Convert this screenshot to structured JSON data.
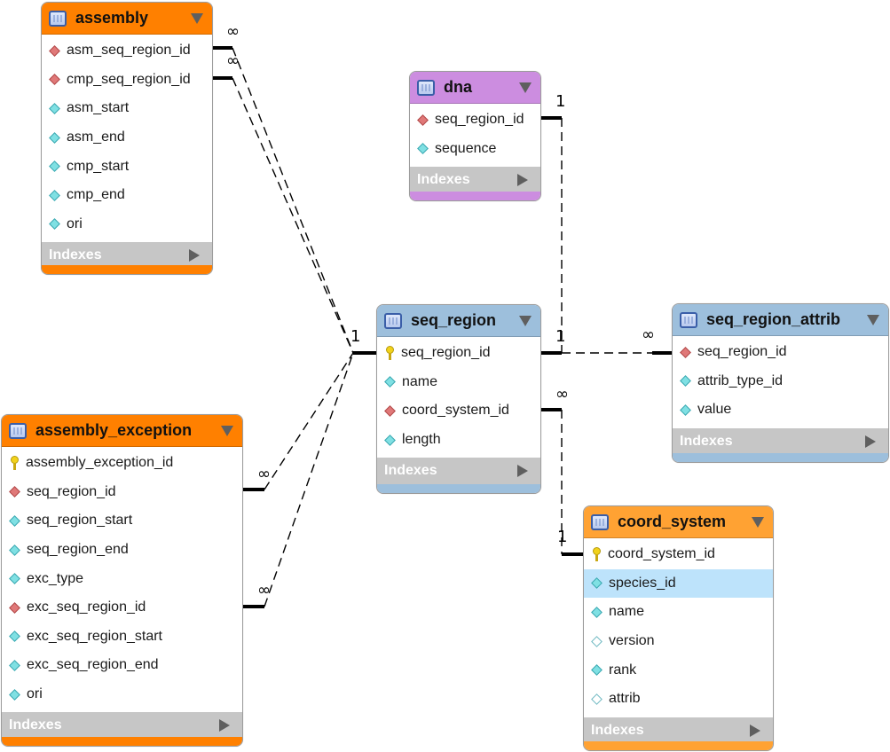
{
  "colors": {
    "orange": "#ff8000",
    "light_orange": "#ffa233",
    "purple": "#cc8de0",
    "blue": "#9dbfdc",
    "selected_row": "#bde3fb",
    "index_bar": "#c6c6c6"
  },
  "indexes_label": "Indexes",
  "tables": {
    "assembly": {
      "name": "assembly",
      "fields": [
        {
          "name": "asm_seq_region_id",
          "icon": "foreign-key-icon"
        },
        {
          "name": "cmp_seq_region_id",
          "icon": "foreign-key-icon"
        },
        {
          "name": "asm_start",
          "icon": "column-icon"
        },
        {
          "name": "asm_end",
          "icon": "column-icon"
        },
        {
          "name": "cmp_start",
          "icon": "column-icon"
        },
        {
          "name": "cmp_end",
          "icon": "column-icon"
        },
        {
          "name": "ori",
          "icon": "column-icon"
        }
      ]
    },
    "dna": {
      "name": "dna",
      "fields": [
        {
          "name": "seq_region_id",
          "icon": "foreign-key-icon"
        },
        {
          "name": "sequence",
          "icon": "column-icon"
        }
      ]
    },
    "seq_region": {
      "name": "seq_region",
      "fields": [
        {
          "name": "seq_region_id",
          "icon": "primary-key-icon"
        },
        {
          "name": "name",
          "icon": "column-icon"
        },
        {
          "name": "coord_system_id",
          "icon": "foreign-key-icon"
        },
        {
          "name": "length",
          "icon": "column-icon"
        }
      ]
    },
    "seq_region_attrib": {
      "name": "seq_region_attrib",
      "fields": [
        {
          "name": "seq_region_id",
          "icon": "foreign-key-icon"
        },
        {
          "name": "attrib_type_id",
          "icon": "column-icon"
        },
        {
          "name": "value",
          "icon": "column-icon"
        }
      ]
    },
    "assembly_exception": {
      "name": "assembly_exception",
      "fields": [
        {
          "name": "assembly_exception_id",
          "icon": "primary-key-icon"
        },
        {
          "name": "seq_region_id",
          "icon": "foreign-key-icon"
        },
        {
          "name": "seq_region_start",
          "icon": "column-icon"
        },
        {
          "name": "seq_region_end",
          "icon": "column-icon"
        },
        {
          "name": "exc_type",
          "icon": "column-icon"
        },
        {
          "name": "exc_seq_region_id",
          "icon": "foreign-key-icon"
        },
        {
          "name": "exc_seq_region_start",
          "icon": "column-icon"
        },
        {
          "name": "exc_seq_region_end",
          "icon": "column-icon"
        },
        {
          "name": "ori",
          "icon": "column-icon"
        }
      ]
    },
    "coord_system": {
      "name": "coord_system",
      "fields": [
        {
          "name": "coord_system_id",
          "icon": "primary-key-icon"
        },
        {
          "name": "species_id",
          "icon": "column-icon",
          "selected": true
        },
        {
          "name": "name",
          "icon": "column-icon"
        },
        {
          "name": "version",
          "icon": "nullable-column-icon"
        },
        {
          "name": "rank",
          "icon": "column-icon"
        },
        {
          "name": "attrib",
          "icon": "nullable-column-icon"
        }
      ]
    }
  },
  "cardinality": {
    "many": "∞",
    "one": "1"
  }
}
